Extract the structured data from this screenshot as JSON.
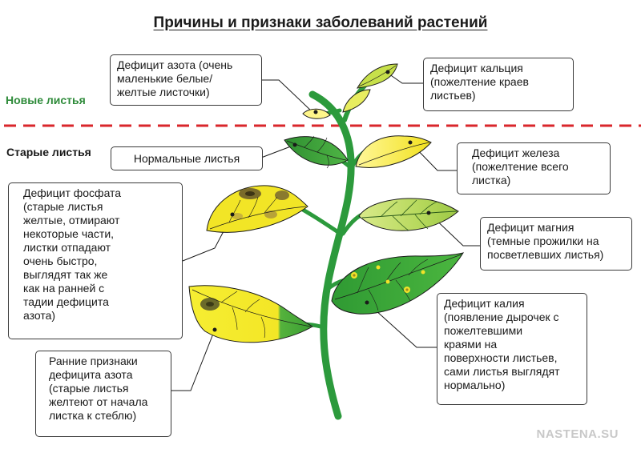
{
  "title": "Причины и признаки заболеваний растений",
  "sections": {
    "new_leaves": "Новые листья",
    "old_leaves": "Старые листья"
  },
  "callouts": {
    "nitrogen_new": "Дефицит азота (очень\nмаленькие белые/\nжелтые листочки)",
    "calcium": "Дефицит кальция\n(пожелтение краев\nлистьев)",
    "normal": "Нормальные листья",
    "iron": "Дефицит железа\n(пожелтение всего\nлистка)",
    "phosphate": "Дефицит фосфата\n(старые листья\nжелтые, отмирают\nнекоторые части,\nлистки отпадают\nочень быстро,\nвыглядят так же\nкак на ранней с\nтадии дефицита\nазота)",
    "magnesium": "Дефицит магния\n(темные прожилки на\nпосветлевших листья)",
    "potassium": "Дефицит калия\n(появление дырочек с\nпожелтевшими\nкраями на\nповерхности листьев,\nсами листья выглядят\nнормально)",
    "nitrogen_early": "Ранние признаки\nдефицита азота\n(старые листья\nжелтеют от начала\nлистка к стеблю)"
  },
  "watermark": "NASTENA.SU",
  "colors": {
    "stem": "#2c9a3c",
    "leaf_green": "#36a338",
    "leaf_yellow": "#f5ec2a",
    "divider": "#d9262b",
    "new_label": "#2e8b3a"
  }
}
